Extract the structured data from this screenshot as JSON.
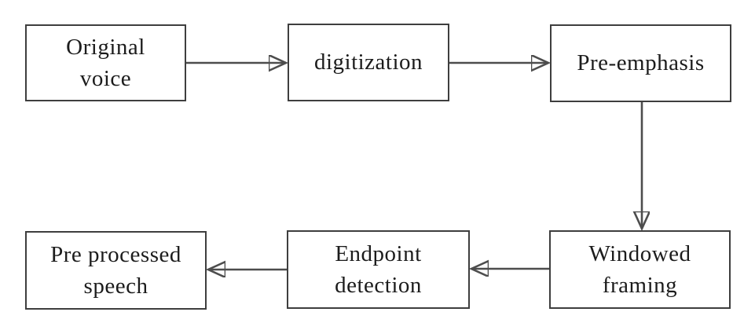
{
  "diagram": {
    "type": "flowchart",
    "description_from_pixels_only": "six process boxes connected by arrows",
    "boxes": [
      {
        "id": "original-voice",
        "lines": [
          "Original",
          "voice"
        ]
      },
      {
        "id": "digitization",
        "lines": [
          "digitization"
        ]
      },
      {
        "id": "pre-emphasis",
        "lines": [
          "Pre-emphasis"
        ]
      },
      {
        "id": "windowed-framing",
        "lines": [
          "Windowed",
          "framing"
        ]
      },
      {
        "id": "endpoint-detection",
        "lines": [
          "Endpoint",
          "detection"
        ]
      },
      {
        "id": "pre-processed-speech",
        "lines": [
          "Pre processed",
          "speech"
        ]
      }
    ],
    "flow": [
      {
        "from": "Original voice",
        "to": "digitization",
        "direction": "right"
      },
      {
        "from": "digitization",
        "to": "Pre-emphasis",
        "direction": "right"
      },
      {
        "from": "Pre-emphasis",
        "to": "Windowed framing",
        "direction": "down"
      },
      {
        "from": "Windowed framing",
        "to": "Endpoint detection",
        "direction": "left"
      },
      {
        "from": "Endpoint detection",
        "to": "Pre processed speech",
        "direction": "left"
      }
    ],
    "colors": {
      "background": "#ffffff",
      "box_fill": "#ffffff",
      "box_border": "#3e3e3e",
      "text": "#1c1c1c",
      "arrow_line": "#4d4d4d",
      "arrow_head": "#161616"
    }
  }
}
